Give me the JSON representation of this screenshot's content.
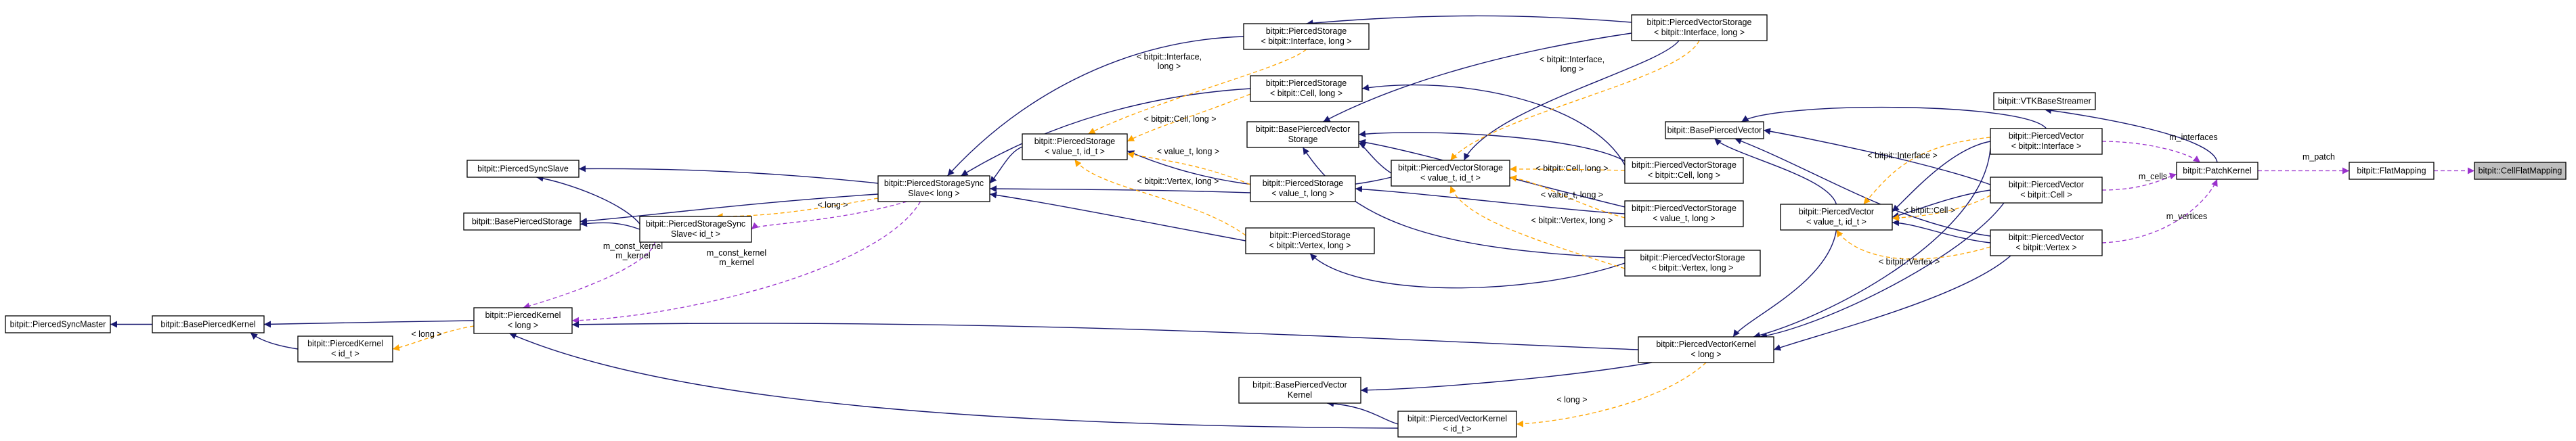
{
  "nodes": [
    {
      "id": "cell-flat-mapping",
      "lines": [
        "bitpit::CellFlatMapping"
      ],
      "current": true
    },
    {
      "id": "flat-mapping",
      "lines": [
        "bitpit::FlatMapping"
      ]
    },
    {
      "id": "patch-kernel",
      "lines": [
        "bitpit::PatchKernel"
      ]
    },
    {
      "id": "vtk-base-streamer",
      "lines": [
        "bitpit::VTKBaseStreamer"
      ]
    },
    {
      "id": "pv-interface",
      "lines": [
        "bitpit::PiercedVector",
        "< bitpit::Interface >"
      ]
    },
    {
      "id": "pv-cell",
      "lines": [
        "bitpit::PiercedVector",
        "< bitpit::Cell >"
      ]
    },
    {
      "id": "pv-vertex",
      "lines": [
        "bitpit::PiercedVector",
        "< bitpit::Vertex >"
      ]
    },
    {
      "id": "pv-generic",
      "lines": [
        "bitpit::PiercedVector",
        "< value_t, id_t >"
      ]
    },
    {
      "id": "bpv",
      "lines": [
        "bitpit::BasePiercedVector"
      ]
    },
    {
      "id": "pvs-interface",
      "lines": [
        "bitpit::PiercedVectorStorage",
        "< bitpit::Interface, long >"
      ]
    },
    {
      "id": "pvs-cell",
      "lines": [
        "bitpit::PiercedVectorStorage",
        "< bitpit::Cell, long >"
      ]
    },
    {
      "id": "pvs-vlong",
      "lines": [
        "bitpit::PiercedVectorStorage",
        "< value_t, long >"
      ]
    },
    {
      "id": "pvs-vertex",
      "lines": [
        "bitpit::PiercedVectorStorage",
        "< bitpit::Vertex, long >"
      ]
    },
    {
      "id": "pvs-generic",
      "lines": [
        "bitpit::PiercedVectorStorage",
        "< value_t, id_t >"
      ]
    },
    {
      "id": "bpvs",
      "lines": [
        "bitpit::BasePiercedVector",
        "Storage"
      ]
    },
    {
      "id": "pvk-long",
      "lines": [
        "bitpit::PiercedVectorKernel",
        "< long >"
      ]
    },
    {
      "id": "bpvk",
      "lines": [
        "bitpit::BasePiercedVector",
        "Kernel"
      ]
    },
    {
      "id": "pvk-idt",
      "lines": [
        "bitpit::PiercedVectorKernel",
        "< id_t >"
      ]
    },
    {
      "id": "ps-interface",
      "lines": [
        "bitpit::PiercedStorage",
        "< bitpit::Interface, long >"
      ]
    },
    {
      "id": "ps-cell",
      "lines": [
        "bitpit::PiercedStorage",
        "< bitpit::Cell, long >"
      ]
    },
    {
      "id": "ps-generic",
      "lines": [
        "bitpit::PiercedStorage",
        "< value_t, id_t >"
      ]
    },
    {
      "id": "ps-vlong",
      "lines": [
        "bitpit::PiercedStorage",
        "< value_t, long >"
      ]
    },
    {
      "id": "ps-vertex",
      "lines": [
        "bitpit::PiercedStorage",
        "< bitpit::Vertex, long >"
      ]
    },
    {
      "id": "pss-long",
      "lines": [
        "bitpit::PiercedStorageSync",
        "Slave< long >"
      ]
    },
    {
      "id": "pss-idt",
      "lines": [
        "bitpit::PiercedStorageSync",
        "Slave< id_t >"
      ]
    },
    {
      "id": "pss",
      "lines": [
        "bitpit::PiercedSyncSlave"
      ]
    },
    {
      "id": "bps",
      "lines": [
        "bitpit::BasePiercedStorage"
      ]
    },
    {
      "id": "pk-long",
      "lines": [
        "bitpit::PiercedKernel",
        "< long >"
      ]
    },
    {
      "id": "bpk",
      "lines": [
        "bitpit::BasePiercedKernel"
      ]
    },
    {
      "id": "pk-idt",
      "lines": [
        "bitpit::PiercedKernel",
        "< id_t >"
      ]
    },
    {
      "id": "psm",
      "lines": [
        "bitpit::PiercedSyncMaster"
      ]
    }
  ],
  "edge_labels": [
    {
      "id": "m-patch",
      "lines": [
        "m_patch"
      ]
    },
    {
      "id": "m-interfaces",
      "lines": [
        "m_interfaces"
      ]
    },
    {
      "id": "m-cells",
      "lines": [
        "m_cells"
      ]
    },
    {
      "id": "m-vertices",
      "lines": [
        "m_vertices"
      ]
    },
    {
      "id": "tl-interface-pv",
      "lines": [
        "< bitpit::Interface >"
      ]
    },
    {
      "id": "tl-cell-pv",
      "lines": [
        "< bitpit::Cell >"
      ]
    },
    {
      "id": "tl-vertex-pv",
      "lines": [
        "< bitpit::Vertex >"
      ]
    },
    {
      "id": "tl-interface-pvs",
      "lines": [
        "< bitpit::Interface,",
        "long >"
      ]
    },
    {
      "id": "tl-cell-pvs",
      "lines": [
        "< bitpit::Cell, long >"
      ]
    },
    {
      "id": "tl-value-pvs",
      "lines": [
        "< value_t, long >"
      ]
    },
    {
      "id": "tl-vertex-pvs",
      "lines": [
        "< bitpit::Vertex, long >"
      ]
    },
    {
      "id": "tl-interface-ps",
      "lines": [
        "< bitpit::Interface,",
        "long >"
      ]
    },
    {
      "id": "tl-cell-ps",
      "lines": [
        "< bitpit::Cell, long >"
      ]
    },
    {
      "id": "tl-value-ps",
      "lines": [
        "< value_t, long >"
      ]
    },
    {
      "id": "tl-vertex-ps",
      "lines": [
        "< bitpit::Vertex, long >"
      ]
    },
    {
      "id": "tl-long-pss",
      "lines": [
        "< long >"
      ]
    },
    {
      "id": "tl-long-pk",
      "lines": [
        "< long >"
      ]
    },
    {
      "id": "tl-long-pvk",
      "lines": [
        "< long >"
      ]
    },
    {
      "id": "m-const-kernel-1",
      "lines": [
        "m_const_kernel",
        "m_kernel"
      ]
    },
    {
      "id": "m-const-kernel-2",
      "lines": [
        "m_const_kernel",
        "m_kernel"
      ]
    }
  ]
}
